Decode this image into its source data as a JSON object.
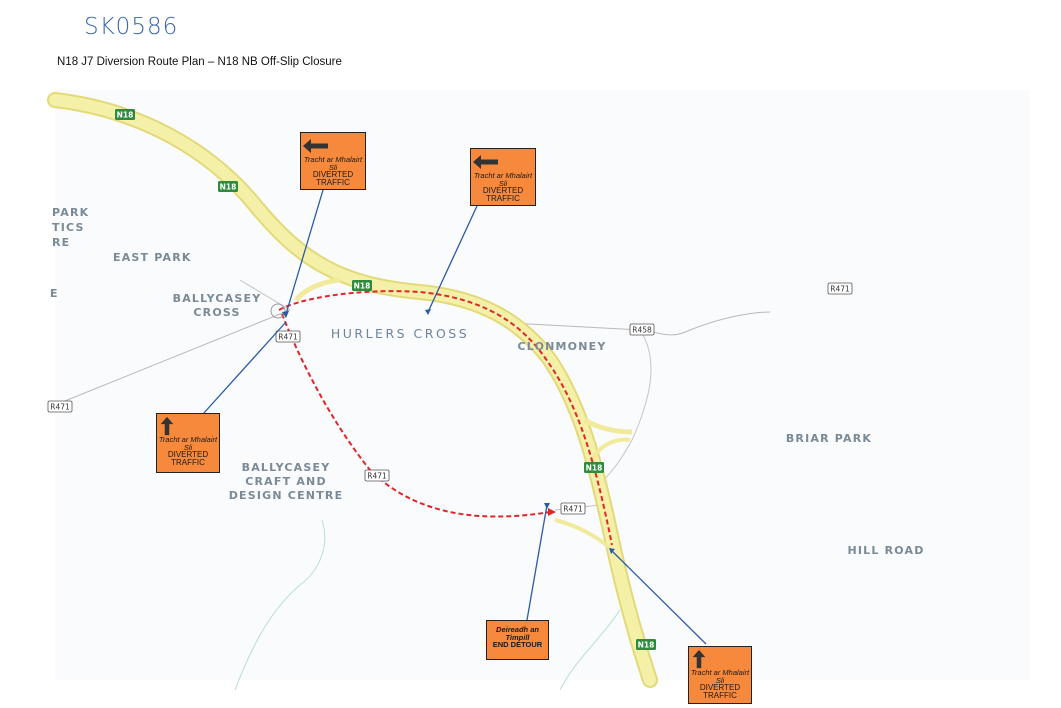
{
  "document": {
    "reference": "SK0586",
    "heading": "N18 J7 Diversion Route Plan – N18 NB Off-Slip Closure"
  },
  "places": {
    "park_partial": "PARK",
    "tics_partial": "TICS",
    "re_partial": "RE",
    "e_partial": "E",
    "east_park": "EAST PARK",
    "ballycasey_line1": "BALLYCASEY",
    "ballycasey_line2": "CROSS",
    "hurlers_cross": "HURLERS CROSS",
    "clonmoney": "CLONMONEY",
    "briar_park": "BRIAR PARK",
    "hill_road": "HILL ROAD",
    "craft_line1": "BALLYCASEY",
    "craft_line2": "CRAFT AND",
    "craft_line3": "DESIGN CENTRE"
  },
  "road_labels": {
    "n18": "N18",
    "r471": "R471",
    "r458": "R458"
  },
  "signs": {
    "diverted_gaelic": "Tracht ar Mhalairt Sli",
    "diverted_english": "DIVERTED TRAFFIC",
    "end_gaelic": "Deireadh an Timpill",
    "end_english": "END DETOUR"
  },
  "colors": {
    "motorway": "#f5f0a8",
    "motorway_edge": "#e2da78",
    "diversion_route": "#e0262a",
    "leader_line": "#2a5aa8",
    "sign_fill": "#f7893d",
    "road_badge": "#2e8b3e"
  }
}
